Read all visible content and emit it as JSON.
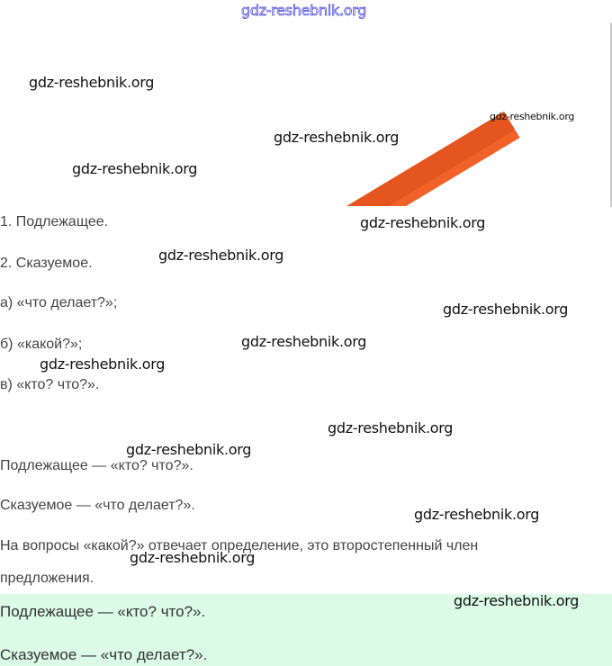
{
  "watermarks": [
    "gdz-reshebnik.org"
  ],
  "items": {
    "l1": "1. Подлежащее.",
    "l2": "2. Сказуемое.",
    "l3": "а) «что делает?»;",
    "l4": "б) «какой?»;",
    "l5": "в) «кто? что?».",
    "p1": "Подлежащее — «кто? что?».",
    "p2": "Сказуемое — «что делает?».",
    "p3a": "На вопросы «какой?» отвечает определение, это второстепенный член",
    "p3b": "предложения."
  },
  "answer": {
    "a1": "Подлежащее — «кто? что?».",
    "a2": "Сказуемое — «что делает?»."
  }
}
